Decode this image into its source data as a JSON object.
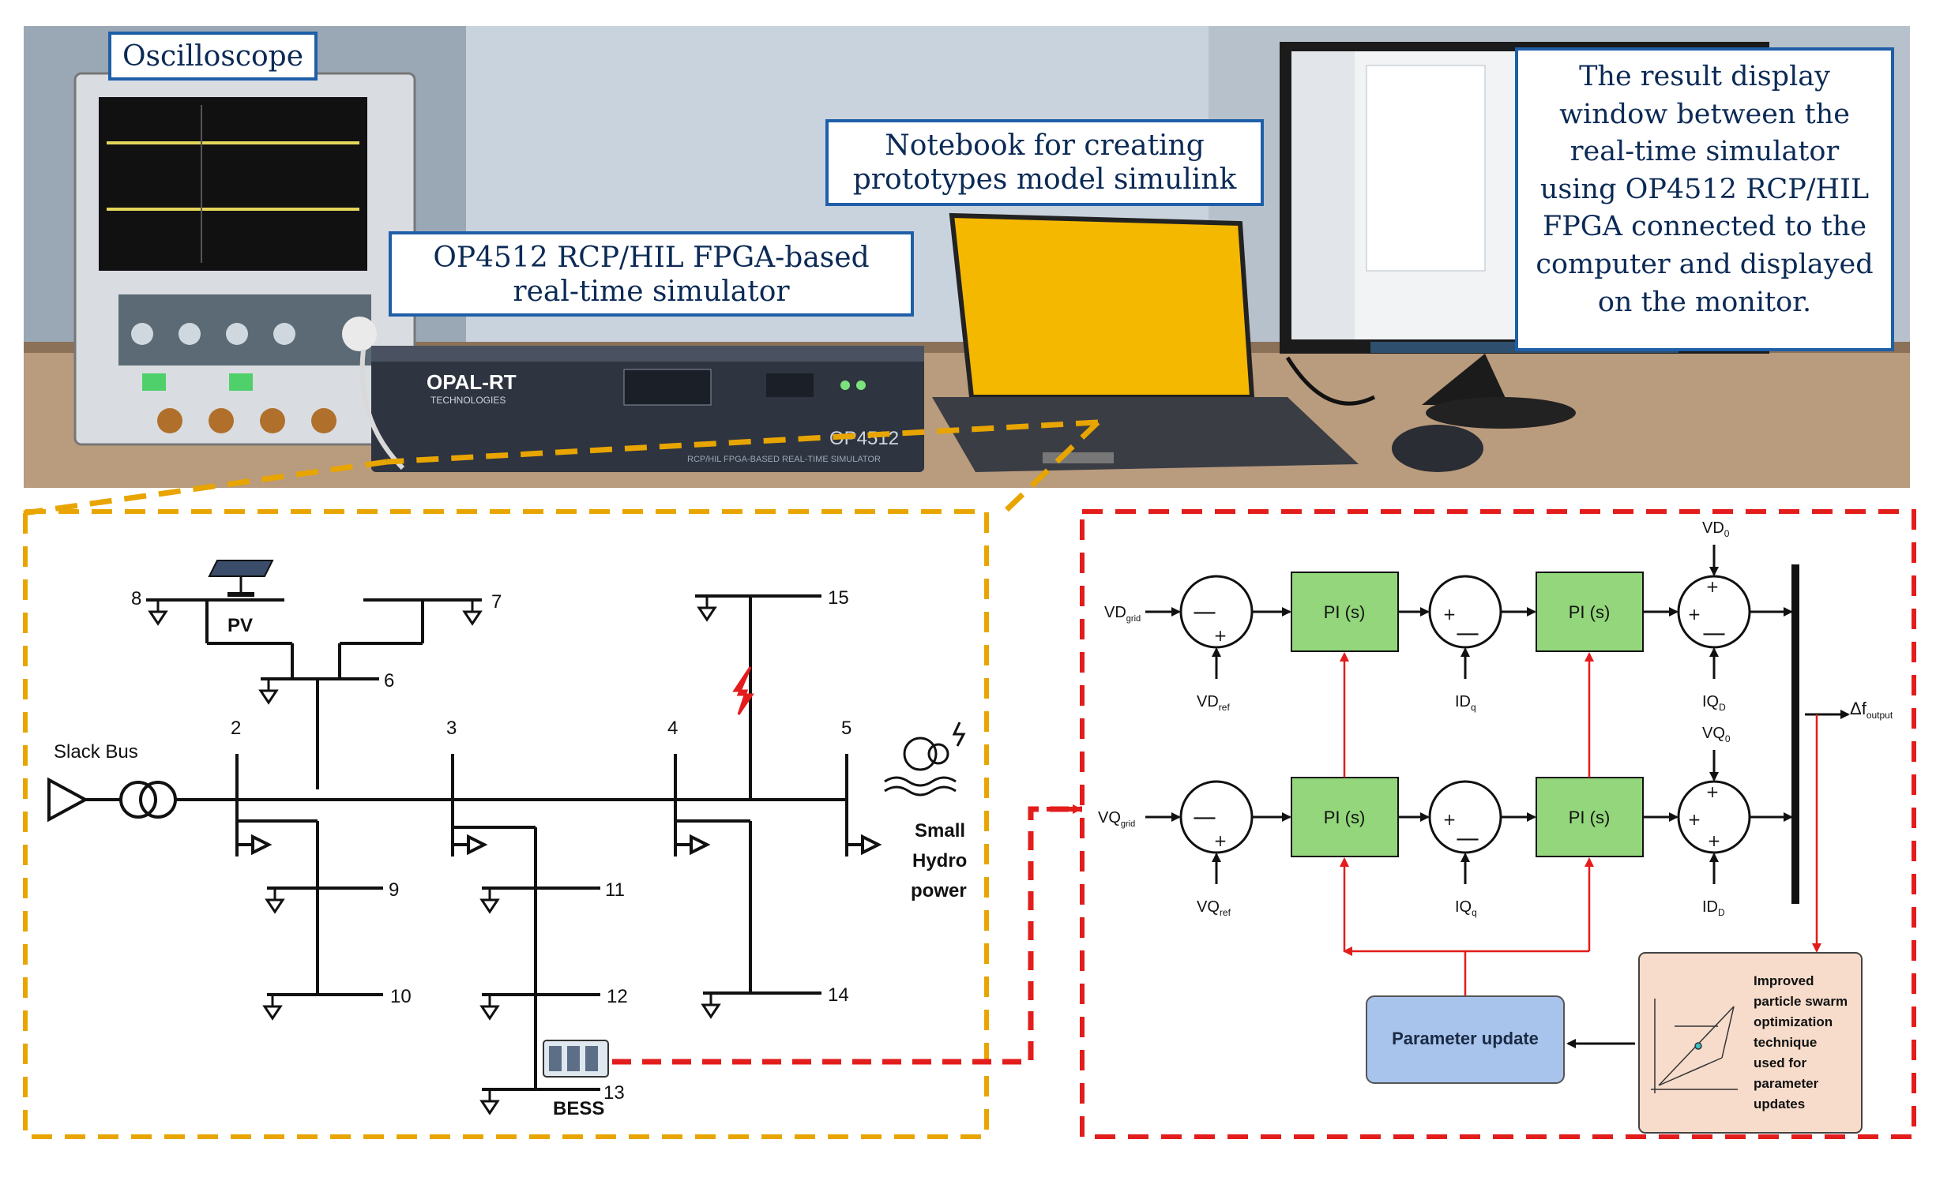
{
  "photo": {
    "callouts": {
      "oscilloscope": "Oscilloscope",
      "notebook_line1": "Notebook for creating",
      "notebook_line2": "prototypes model simulink",
      "simulator_line1": "OP4512 RCP/HIL FPGA-based",
      "simulator_line2": "real-time simulator",
      "display_line1": "The result display",
      "display_line2": "window between the",
      "display_line3": "real-time simulator",
      "display_line4": "using OP4512 RCP/HIL",
      "display_line5": "FPGA connected to the",
      "display_line6": "computer and displayed",
      "display_line7": "on the monitor."
    },
    "device_labels": {
      "opal_brand": "OPAL-RT",
      "opal_sub": "TECHNOLOGIES",
      "op_model": "OP4512",
      "op_desc": "RCP/HIL FPGA-BASED REAL-TIME SIMULATOR"
    },
    "colors": {
      "callout_border": "#1f5fa8",
      "laptop_screen": "#f5b800",
      "wall": "#c9d3de",
      "desk": "#b99b7d"
    }
  },
  "grid": {
    "border_color": "#e8a500",
    "slack_bus": "Slack Bus",
    "pv": "PV",
    "bess": "BESS",
    "hydro_line1": "Small",
    "hydro_line2": "Hydro",
    "hydro_line3": "power",
    "buses": [
      "2",
      "3",
      "4",
      "5",
      "6",
      "7",
      "8",
      "9",
      "10",
      "11",
      "12",
      "13",
      "14",
      "15"
    ]
  },
  "control": {
    "border_color": "#e31c1c",
    "pi_label": "PI (s)",
    "pi_color": "#93d67c",
    "vd_grid_main": "VD",
    "vd_grid_sub": "grid",
    "vq_grid_main": "VQ",
    "vq_grid_sub": "grid",
    "vd_ref_main": "VD",
    "vd_ref_sub": "ref",
    "vq_ref_main": "VQ",
    "vq_ref_sub": "ref",
    "id_q_main": "ID",
    "id_q_sub": "q",
    "iq_q_main": "IQ",
    "iq_q_sub": "q",
    "iq_d_main": "IQ",
    "iq_d_sub": "D",
    "id_d_main": "ID",
    "id_d_sub": "D",
    "vd_d_main": "VD",
    "vd_d_sub": "0",
    "vq_d_main": "VQ",
    "vq_d_sub": "0",
    "delta_f_main": "Δf",
    "delta_f_sub": "output",
    "parameter_update": "Parameter update",
    "param_color": "#a9c4ec",
    "pso_color": "#f7dccb",
    "pso_text": [
      "Improved",
      "particle swarm",
      "optimization",
      "technique",
      "used for",
      "parameter",
      "updates"
    ]
  }
}
